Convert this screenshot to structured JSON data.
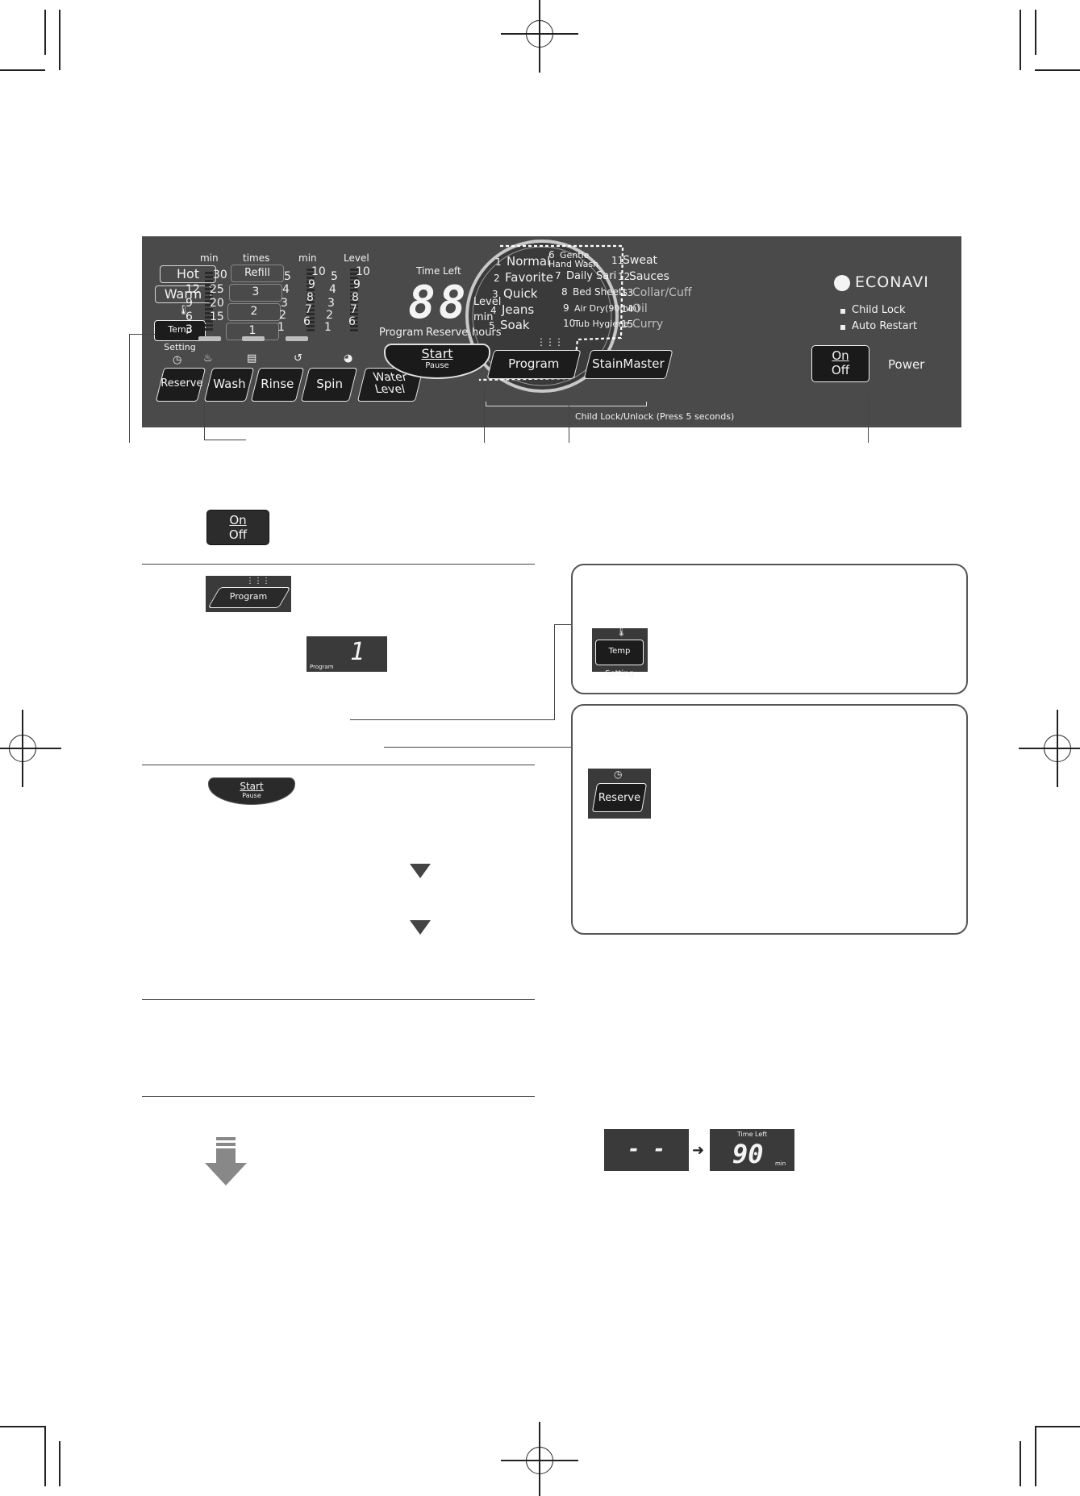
{
  "panel": {
    "temp": {
      "hot": "Hot",
      "warm": "Warm",
      "setting": "Temp Setting"
    },
    "wash_col": {
      "header": "min",
      "values": [
        "30",
        "12",
        "25",
        "9",
        "20",
        "6",
        "15",
        "3"
      ]
    },
    "rinse_col": {
      "header": "times",
      "values": [
        "Refill",
        "3",
        "2",
        "1"
      ]
    },
    "spin_col": {
      "header": "min",
      "values": [
        "5",
        "10",
        "4",
        "9",
        "3",
        "8",
        "2",
        "7",
        "1",
        "6"
      ]
    },
    "level_col": {
      "header": "Level",
      "values": [
        "5",
        "10",
        "4",
        "9",
        "3",
        "8",
        "2",
        "7",
        "1",
        "6"
      ]
    },
    "display": {
      "time_left": "Time Left",
      "digits": "88",
      "level": "Level",
      "min": "min",
      "hours": "hours",
      "program": "Program",
      "reserve": "Reserve"
    },
    "buttons": {
      "reserve": "Reserve",
      "wash": "Wash",
      "rinse": "Rinse",
      "spin": "Spin",
      "water_level_1": "Water",
      "water_level_2": "Level",
      "start": "Start",
      "pause": "Pause",
      "program": "Program",
      "stainmaster": "StainMaster",
      "on": "On",
      "off": "Off",
      "power": "Power"
    },
    "programs": [
      {
        "n": "1",
        "label": "Normal"
      },
      {
        "n": "2",
        "label": "Favorite"
      },
      {
        "n": "3",
        "label": "Quick"
      },
      {
        "n": "4",
        "label": "Jeans"
      },
      {
        "n": "5",
        "label": "Soak"
      },
      {
        "n": "6",
        "label": "Gentle Hand Wash"
      },
      {
        "n": "7",
        "label": "Daily Sari"
      },
      {
        "n": "8",
        "label": "Bed Sheets"
      },
      {
        "n": "9",
        "label": "Air Dry(90min)"
      },
      {
        "n": "10",
        "label": "Tub Hygiene"
      },
      {
        "n": "11",
        "label": "Sweat"
      },
      {
        "n": "12",
        "label": "Sauces"
      },
      {
        "n": "13",
        "label": "Collar/Cuff"
      },
      {
        "n": "14",
        "label": "Oil"
      },
      {
        "n": "15",
        "label": "Curry"
      }
    ],
    "brand": "ECONAVI",
    "indicators": [
      "Child Lock",
      "Auto Restart"
    ],
    "child_lock_note": "Child Lock/Unlock (Press 5 seconds)"
  },
  "steps": {
    "power_on": "On",
    "power_off": "Off",
    "program_btn": "Program",
    "program_display_digit": "1",
    "program_display_label": "Program",
    "start": "Start",
    "pause": "Pause"
  },
  "notes": {
    "temp_setting": "Temp Setting",
    "reserve": "Reserve"
  },
  "display_transition": {
    "before": "- -",
    "time_left": "Time Left",
    "after": "90",
    "unit": "min"
  }
}
